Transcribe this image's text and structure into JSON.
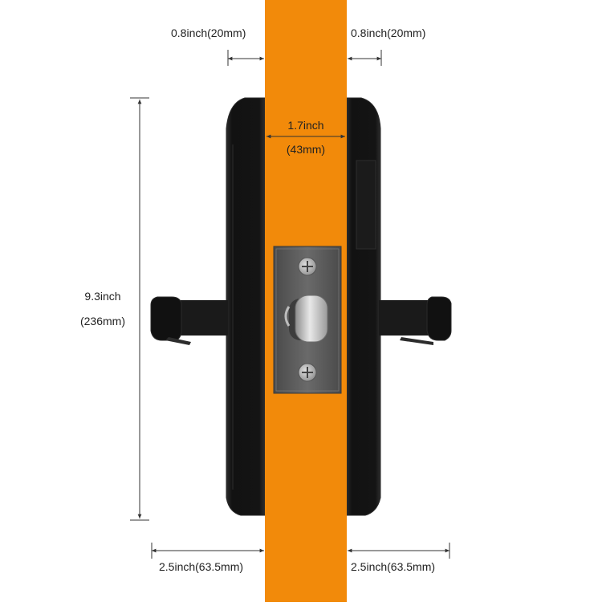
{
  "dimensions": {
    "top_left_depth": "0.8inch(20mm)",
    "top_right_depth": "0.8inch(20mm)",
    "door_thickness_inch": "1.7inch",
    "door_thickness_mm": "(43mm)",
    "height_inch": "9.3inch",
    "height_mm": "(236mm)",
    "bottom_left_lever": "2.5inch(63.5mm)",
    "bottom_right_lever": "2.5inch(63.5mm)"
  },
  "colors": {
    "door": "#f28a0a",
    "lock_body": "#151515",
    "lock_edge": "#2a2a2a",
    "faceplate": "#5c5c5c",
    "latch": "#c9c9c9",
    "dimension_line": "#333333",
    "text": "#222222"
  },
  "icons": {
    "screw": "phillips-screw-icon",
    "latch": "latch-bolt-icon"
  }
}
